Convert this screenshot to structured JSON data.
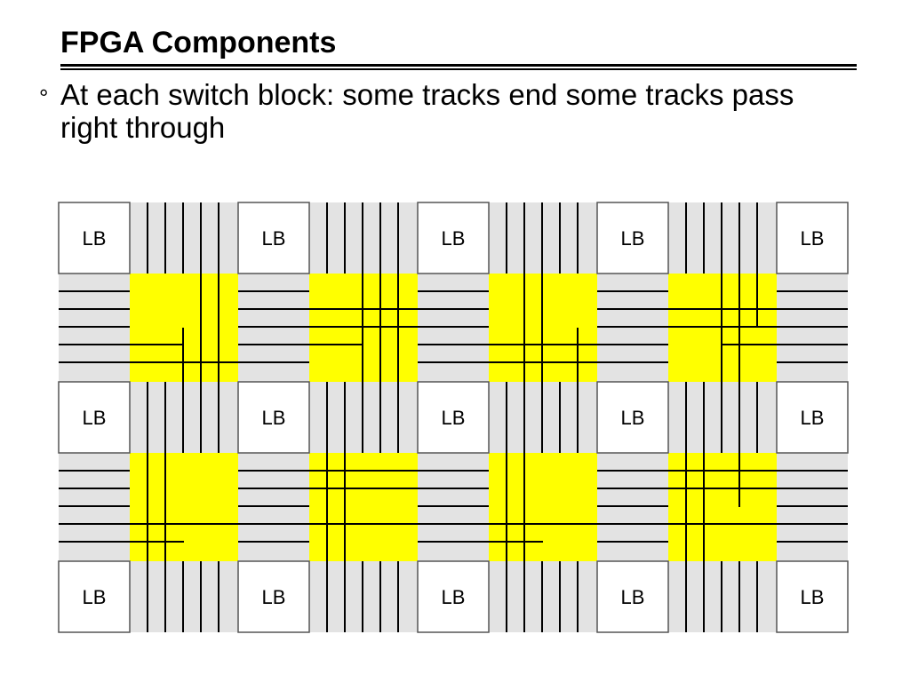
{
  "slide": {
    "title": "FPGA Components",
    "bullet_marker": "°",
    "bullet_text": "At each switch block: some tracks end some tracks pass right through"
  },
  "diagram": {
    "logic_block_label": "LB",
    "grid_rows": 3,
    "grid_cols": 5,
    "colors": {
      "channel": "#e3e3e3",
      "switch_block": "#ffff00",
      "track": "#000000",
      "logic_block_fill": "#ffffff",
      "logic_block_border": "#555555"
    },
    "switch_blocks": [
      {
        "row": 0,
        "col": 0,
        "vertical_tracks": [
          {
            "track": 3,
            "span": "bottom"
          },
          {
            "track": 4,
            "span": "full"
          },
          {
            "track": 5,
            "span": "full"
          }
        ],
        "horizontal_tracks": [
          {
            "track": 4,
            "span": "left"
          },
          {
            "track": 5,
            "span": "full"
          }
        ]
      },
      {
        "row": 0,
        "col": 1,
        "vertical_tracks": [
          {
            "track": 3,
            "span": "full"
          },
          {
            "track": 4,
            "span": "full"
          },
          {
            "track": 5,
            "span": "full"
          }
        ],
        "horizontal_tracks": [
          {
            "track": 2,
            "span": "full"
          },
          {
            "track": 3,
            "span": "full"
          },
          {
            "track": 4,
            "span": "left"
          }
        ]
      },
      {
        "row": 0,
        "col": 2,
        "vertical_tracks": [
          {
            "track": 2,
            "span": "full"
          },
          {
            "track": 3,
            "span": "full"
          },
          {
            "track": 5,
            "span": "bottom"
          }
        ],
        "horizontal_tracks": [
          {
            "track": 4,
            "span": "full"
          },
          {
            "track": 5,
            "span": "full"
          }
        ]
      },
      {
        "row": 0,
        "col": 3,
        "vertical_tracks": [
          {
            "track": 3,
            "span": "full"
          },
          {
            "track": 4,
            "span": "full"
          },
          {
            "track": 5,
            "span": "top"
          }
        ],
        "horizontal_tracks": [
          {
            "track": 2,
            "span": "full"
          },
          {
            "track": 3,
            "span": "full"
          },
          {
            "track": 4,
            "span": "right"
          }
        ]
      },
      {
        "row": 1,
        "col": 0,
        "vertical_tracks": [
          {
            "track": 1,
            "span": "full"
          },
          {
            "track": 2,
            "span": "full"
          }
        ],
        "horizontal_tracks": [
          {
            "track": 4,
            "span": "full"
          },
          {
            "track": 5,
            "span": "left"
          }
        ]
      },
      {
        "row": 1,
        "col": 1,
        "vertical_tracks": [
          {
            "track": 1,
            "span": "full"
          },
          {
            "track": 2,
            "span": "full"
          }
        ],
        "horizontal_tracks": [
          {
            "track": 1,
            "span": "full"
          },
          {
            "track": 2,
            "span": "full"
          },
          {
            "track": 4,
            "span": "full"
          }
        ]
      },
      {
        "row": 1,
        "col": 2,
        "vertical_tracks": [
          {
            "track": 1,
            "span": "full"
          },
          {
            "track": 2,
            "span": "full"
          }
        ],
        "horizontal_tracks": [
          {
            "track": 4,
            "span": "full"
          },
          {
            "track": 5,
            "span": "left"
          }
        ]
      },
      {
        "row": 1,
        "col": 3,
        "vertical_tracks": [
          {
            "track": 1,
            "span": "full"
          },
          {
            "track": 2,
            "span": "full"
          },
          {
            "track": 4,
            "span": "top"
          }
        ],
        "horizontal_tracks": [
          {
            "track": 1,
            "span": "full"
          },
          {
            "track": 2,
            "span": "full"
          },
          {
            "track": 4,
            "span": "full"
          }
        ]
      }
    ]
  }
}
